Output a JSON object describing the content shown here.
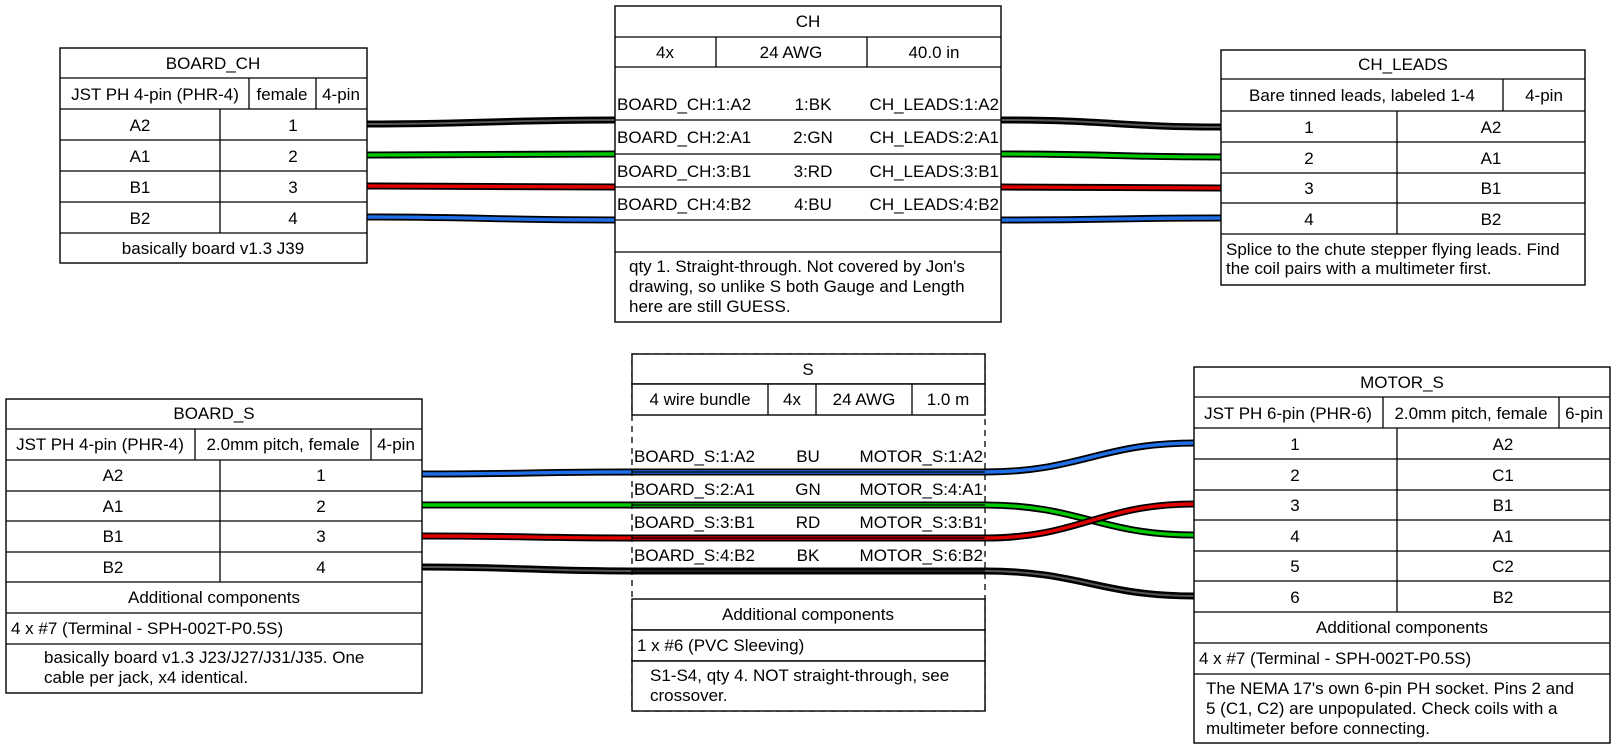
{
  "diagram": {
    "wire_colors": {
      "BK": "#000000",
      "GN": "#00c800",
      "RD": "#e00000",
      "BU": "#1f6fe8"
    },
    "connectors": {
      "board_ch": {
        "name": "BOARD_CH",
        "attrs": [
          "JST PH 4-pin (PHR-4)",
          "female",
          "4-pin"
        ],
        "pins": [
          [
            "A2",
            "1"
          ],
          [
            "A1",
            "2"
          ],
          [
            "B1",
            "3"
          ],
          [
            "B2",
            "4"
          ]
        ],
        "notes": "basically board v1.3 J39"
      },
      "ch_leads": {
        "name": "CH_LEADS",
        "attrs": [
          "Bare tinned leads, labeled 1-4",
          "4-pin"
        ],
        "pins": [
          [
            "1",
            "A2"
          ],
          [
            "2",
            "A1"
          ],
          [
            "3",
            "B1"
          ],
          [
            "4",
            "B2"
          ]
        ],
        "notes": [
          "Splice to the chute stepper flying leads. Find",
          "the coil pairs with a multimeter first."
        ]
      },
      "board_s": {
        "name": "BOARD_S",
        "attrs": [
          "JST PH 4-pin (PHR-4)",
          "2.0mm pitch, female",
          "4-pin"
        ],
        "pins": [
          [
            "A2",
            "1"
          ],
          [
            "A1",
            "2"
          ],
          [
            "B1",
            "3"
          ],
          [
            "B2",
            "4"
          ]
        ],
        "additional_title": "Additional components",
        "additional": "4 x #7 (Terminal - SPH-002T-P0.5S)",
        "notes": [
          "basically board v1.3 J23/J27/J31/J35. One",
          "cable per jack, x4 identical."
        ]
      },
      "motor_s": {
        "name": "MOTOR_S",
        "attrs": [
          "JST PH 6-pin (PHR-6)",
          "2.0mm pitch, female",
          "6-pin"
        ],
        "pins": [
          [
            "1",
            "A2"
          ],
          [
            "2",
            "C1"
          ],
          [
            "3",
            "B1"
          ],
          [
            "4",
            "A1"
          ],
          [
            "5",
            "C2"
          ],
          [
            "6",
            "B2"
          ]
        ],
        "additional_title": "Additional components",
        "additional": "4 x #7 (Terminal - SPH-002T-P0.5S)",
        "notes": [
          "The NEMA 17's own 6-pin PH socket. Pins 2 and",
          "5 (C1, C2) are unpopulated. Check coils with a",
          "multimeter before connecting."
        ]
      }
    },
    "cables": {
      "ch": {
        "name": "CH",
        "attrs": [
          "4x",
          "24 AWG",
          "40.0 in"
        ],
        "wires": [
          {
            "from": "BOARD_CH:1:A2",
            "label": "1:BK",
            "to": "CH_LEADS:1:A2",
            "color": "BK"
          },
          {
            "from": "BOARD_CH:2:A1",
            "label": "2:GN",
            "to": "CH_LEADS:2:A1",
            "color": "GN"
          },
          {
            "from": "BOARD_CH:3:B1",
            "label": "3:RD",
            "to": "CH_LEADS:3:B1",
            "color": "RD"
          },
          {
            "from": "BOARD_CH:4:B2",
            "label": "4:BU",
            "to": "CH_LEADS:4:B2",
            "color": "BU"
          }
        ],
        "notes": [
          "qty 1. Straight-through. Not covered by Jon's",
          "drawing, so unlike S both Gauge and Length",
          "here are still GUESS."
        ]
      },
      "s": {
        "name": "S",
        "attrs": [
          "4 wire bundle",
          "4x",
          "24 AWG",
          "1.0 m"
        ],
        "wires": [
          {
            "from": "BOARD_S:1:A2",
            "label": "BU",
            "to": "MOTOR_S:1:A2",
            "color": "BU"
          },
          {
            "from": "BOARD_S:2:A1",
            "label": "GN",
            "to": "MOTOR_S:4:A1",
            "color": "GN"
          },
          {
            "from": "BOARD_S:3:B1",
            "label": "RD",
            "to": "MOTOR_S:3:B1",
            "color": "RD"
          },
          {
            "from": "BOARD_S:4:B2",
            "label": "BK",
            "to": "MOTOR_S:6:B2",
            "color": "BK"
          }
        ],
        "additional_title": "Additional components",
        "additional": "1 x #6 (PVC Sleeving)",
        "notes": [
          "S1-S4, qty 4. NOT straight-through, see",
          "crossover."
        ]
      }
    }
  }
}
